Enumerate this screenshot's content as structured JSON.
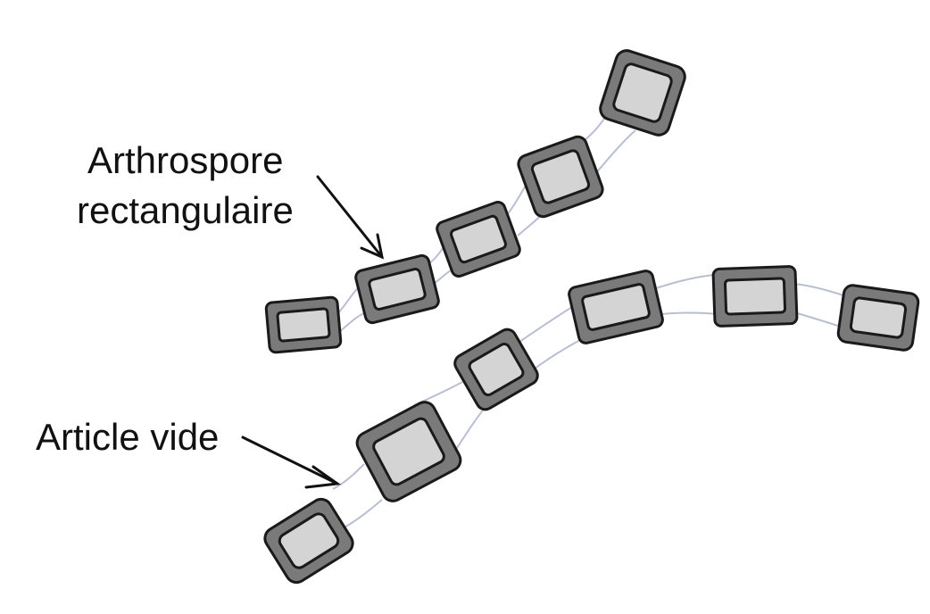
{
  "labels": {
    "arthrospore_line1": "Arthrospore",
    "arthrospore_line2": "rectangulaire",
    "empty_article": "Article vide"
  },
  "colors": {
    "background": "#ffffff",
    "cell_wall": "#7a7a7a",
    "cell_fill": "#d4d4d4",
    "outline": "#1a1a1a",
    "connector": "#b9bfd2",
    "arrow": "#111111",
    "text": "#111111"
  }
}
